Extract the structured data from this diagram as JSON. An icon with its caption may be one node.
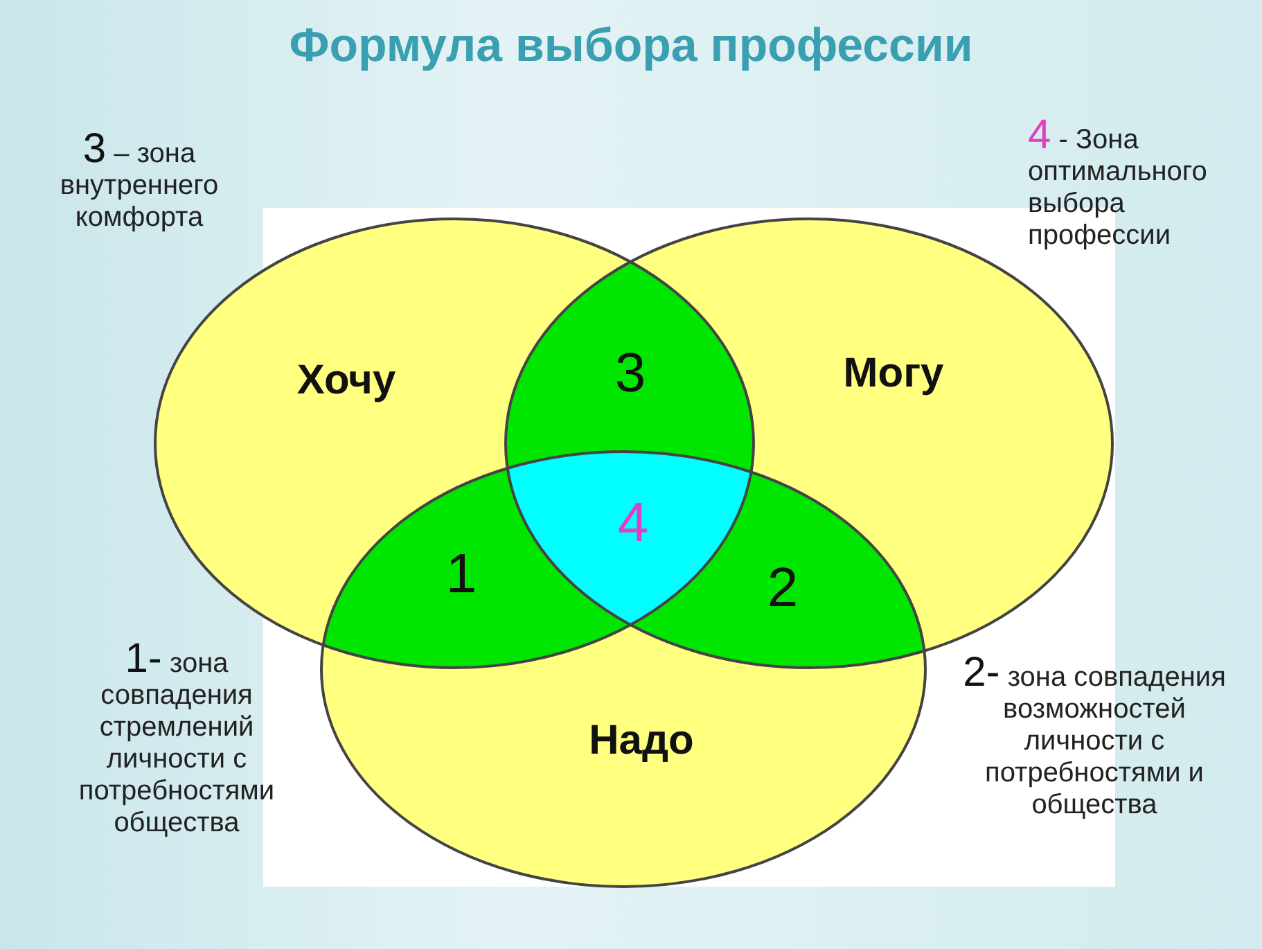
{
  "diagram": {
    "title": "Формула выбора профессии",
    "nodes": [
      {
        "text": [
          "Хочу"
        ]
      },
      {
        "text": [
          "Могу"
        ]
      },
      {
        "text": [
          "Надо"
        ]
      },
      {
        "text": [
          "3"
        ]
      },
      {
        "text": [
          "4"
        ]
      },
      {
        "text": [
          "1"
        ]
      },
      {
        "text": [
          "2"
        ]
      }
    ],
    "labels": [
      "3 – зона внутреннего комфорта",
      "4 - Зона оптимального выбора профессии",
      "1- зона совпадения стремлений личности с потребностями общества",
      "2- зона совпадения возможностей личности с потребностями и общества"
    ]
  }
}
